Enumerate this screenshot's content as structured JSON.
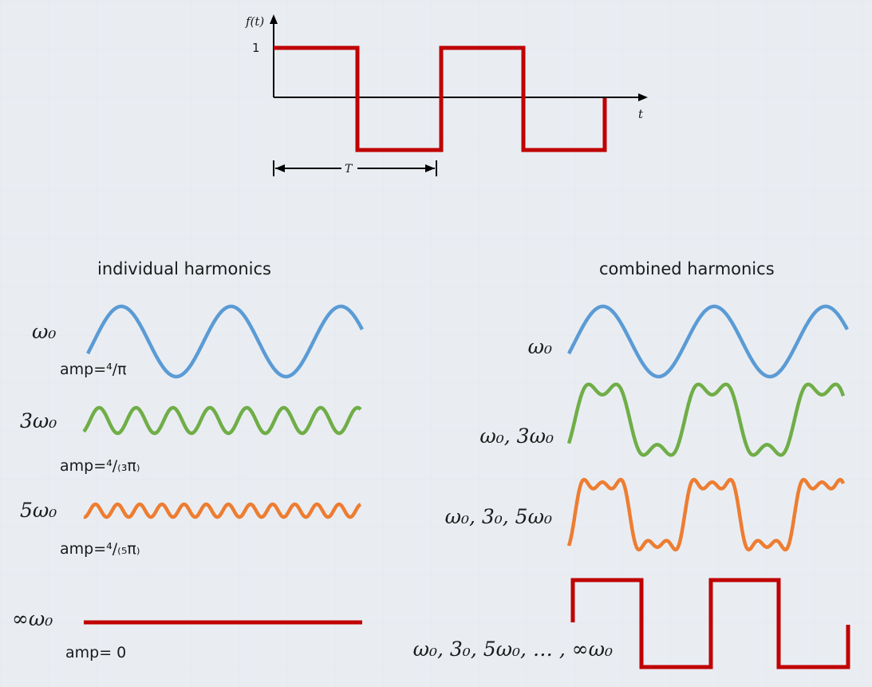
{
  "colors": {
    "square": "#c00000",
    "blue": "#5b9bd5",
    "green": "#70ad47",
    "orange": "#ed7d31",
    "axis": "#000000",
    "background": "#e9edf2"
  },
  "top_plot": {
    "y_label": "f(t)",
    "y_tick": "1",
    "x_label": "t",
    "period_label": "T"
  },
  "individual": {
    "title": "individual harmonics",
    "rows": [
      {
        "label": "ω₀",
        "amp": "amp=⁴/π"
      },
      {
        "label": "3ω₀",
        "amp": "amp=⁴/₍₃π₎"
      },
      {
        "label": "5ω₀",
        "amp": "amp=⁴/₍₅π₎"
      },
      {
        "label": "∞ω₀",
        "amp": "amp= 0"
      }
    ]
  },
  "combined": {
    "title": "combined harmonics",
    "rows": [
      {
        "label": "ω₀"
      },
      {
        "label": "ω₀, 3ω₀"
      },
      {
        "label": "ω₀, 3₀, 5ω₀"
      },
      {
        "label": "ω₀, 3₀, 5ω₀, … , ∞ω₀"
      }
    ]
  }
}
